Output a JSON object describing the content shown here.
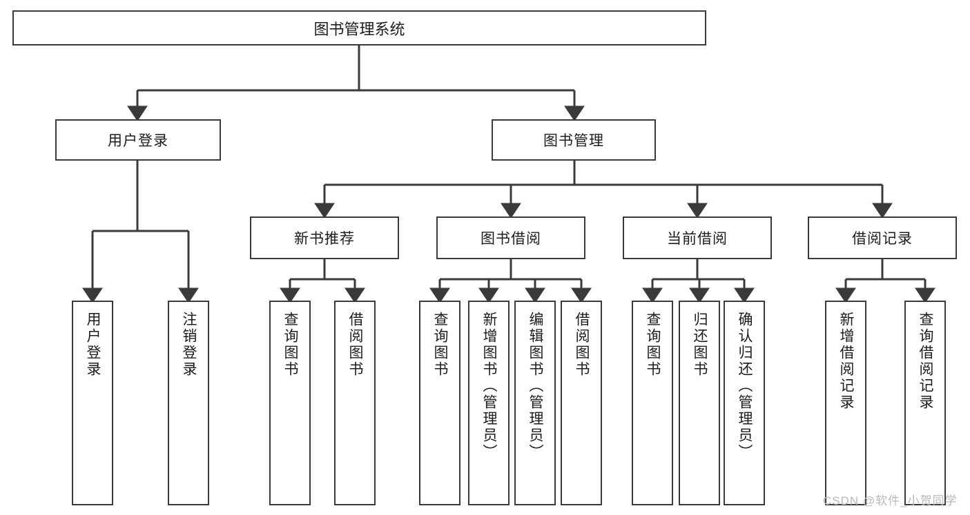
{
  "diagram": {
    "title": "图书管理系统",
    "watermark": "CSDN @软件_小贺同学",
    "colors": {
      "stroke": "#3a3a3a",
      "text": "#1c1c1c",
      "background": "#ffffff",
      "watermark": "#b9b9b9"
    },
    "root": {
      "label": "图书管理系统"
    },
    "level2": [
      {
        "label": "用户登录"
      },
      {
        "label": "图书管理"
      }
    ],
    "level3": [
      {
        "label": "新书推荐"
      },
      {
        "label": "图书借阅"
      },
      {
        "label": "当前借阅"
      },
      {
        "label": "借阅记录"
      }
    ],
    "leaves": {
      "user_login": [
        {
          "label": "用户登录"
        },
        {
          "label": "注销登录"
        }
      ],
      "new_book_recommend": [
        {
          "label": "查询图书"
        },
        {
          "label": "借阅图书"
        }
      ],
      "book_borrow": [
        {
          "label": "查询图书"
        },
        {
          "label": "新增图书（管理员）"
        },
        {
          "label": "编辑图书（管理员）"
        },
        {
          "label": "借阅图书"
        }
      ],
      "current_borrow": [
        {
          "label": "查询图书"
        },
        {
          "label": "归还图书"
        },
        {
          "label": "确认归还（管理员）"
        }
      ],
      "borrow_record": [
        {
          "label": "新增借阅记录"
        },
        {
          "label": "查询借阅记录"
        }
      ]
    }
  }
}
